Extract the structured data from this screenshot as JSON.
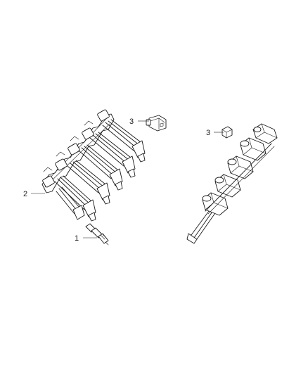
{
  "callouts": {
    "spark_plug": "1",
    "coil_bank_left": "2",
    "connector_left": "3",
    "connector_right": "3"
  }
}
